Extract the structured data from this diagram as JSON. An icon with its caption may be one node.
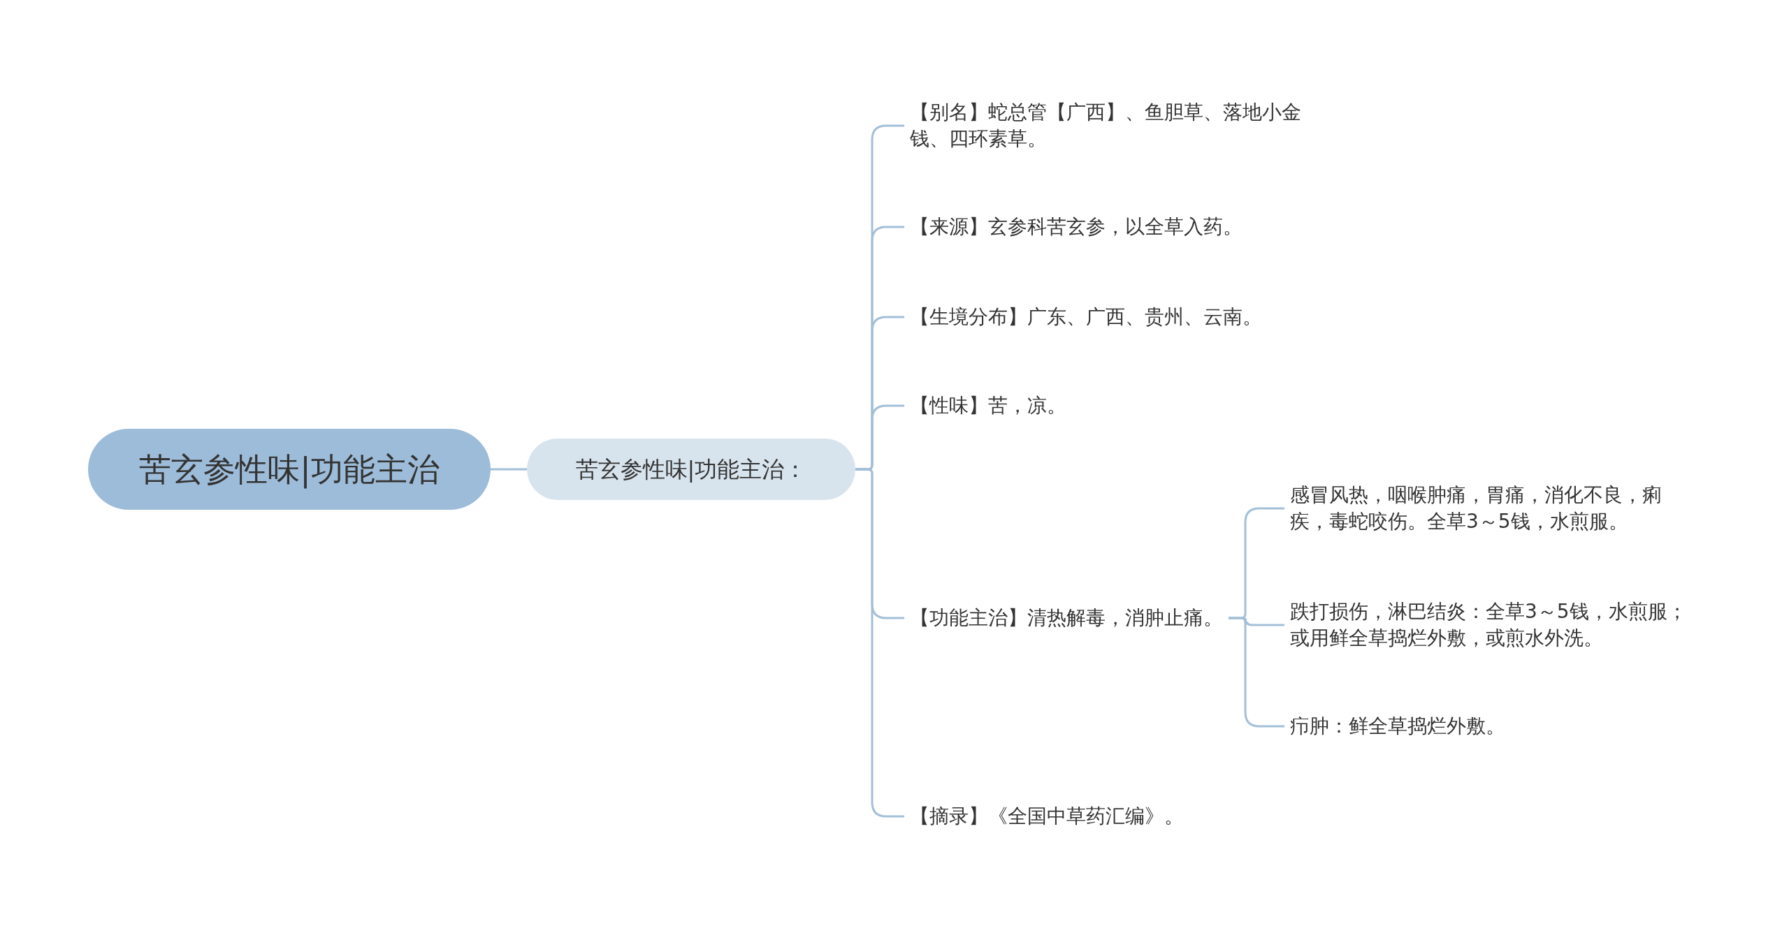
{
  "diagram": {
    "nodes": [
      {
        "text": [
          "苦玄参性味|功能主治"
        ]
      },
      {
        "text": [
          "苦玄参性味|功能主治："
        ]
      },
      {
        "text": [
          "【别名】蛇总管【广西】、鱼胆草、落地小金钱、四环素草。"
        ]
      },
      {
        "text": [
          "【来源】玄参科苦玄参，以全草入药。"
        ]
      },
      {
        "text": [
          "【生境分布】广东、广西、贵州、云南。"
        ]
      },
      {
        "text": [
          "【性味】苦，凉。"
        ]
      },
      {
        "text": [
          "【功能主治】清热解毒，消肿止痛。"
        ]
      },
      {
        "text": [
          "感冒风热，咽喉肿痛，胃痛，消化不良，痢疾，毒蛇咬伤。全草3～5钱，水煎服。"
        ]
      },
      {
        "text": [
          "跌打损伤，淋巴结炎：全草3～5钱，水煎服；或用鲜全草捣烂外敷，或煎水外洗。"
        ]
      },
      {
        "text": [
          "疖肿：鲜全草捣烂外敷。"
        ]
      },
      {
        "text": [
          "【摘录】《全国中草药汇编》。"
        ]
      }
    ],
    "edges": [
      {
        "from": 0,
        "to": 1,
        "arrow": "none"
      },
      {
        "from": 1,
        "to": 2,
        "arrow": "none"
      },
      {
        "from": 1,
        "to": 3,
        "arrow": "none"
      },
      {
        "from": 1,
        "to": 4,
        "arrow": "none"
      },
      {
        "from": 1,
        "to": 5,
        "arrow": "none"
      },
      {
        "from": 1,
        "to": 6,
        "arrow": "none"
      },
      {
        "from": 1,
        "to": 10,
        "arrow": "none"
      },
      {
        "from": 6,
        "to": 7,
        "arrow": "none"
      },
      {
        "from": 6,
        "to": 8,
        "arrow": "none"
      },
      {
        "from": 6,
        "to": 9,
        "arrow": "none"
      }
    ]
  }
}
